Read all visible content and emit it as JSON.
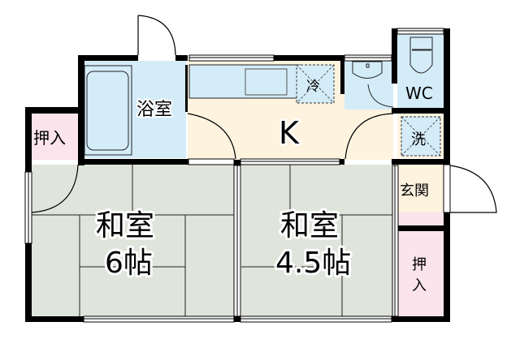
{
  "colors": {
    "wall": "#000000",
    "tatami": "#dfe5da",
    "wet": "#d4ecf8",
    "kitchen": "#fdf3df",
    "closet": "#fbe4ec",
    "entrance": "#fdf3df"
  },
  "rooms": {
    "bath": {
      "label": "浴室"
    },
    "kitchen": {
      "label": "K"
    },
    "fridge": {
      "label": "冷"
    },
    "wc": {
      "label": "WC"
    },
    "washer": {
      "label": "洗"
    },
    "closet_left": {
      "label": "押入"
    },
    "entrance": {
      "label": "玄関"
    },
    "closet_right": {
      "label_line1": "押",
      "label_line2": "入"
    },
    "washitsu_6": {
      "label_line1": "和室",
      "label_line2": "6帖"
    },
    "washitsu_45": {
      "label_line1": "和室",
      "label_line2": "4.5帖"
    }
  }
}
